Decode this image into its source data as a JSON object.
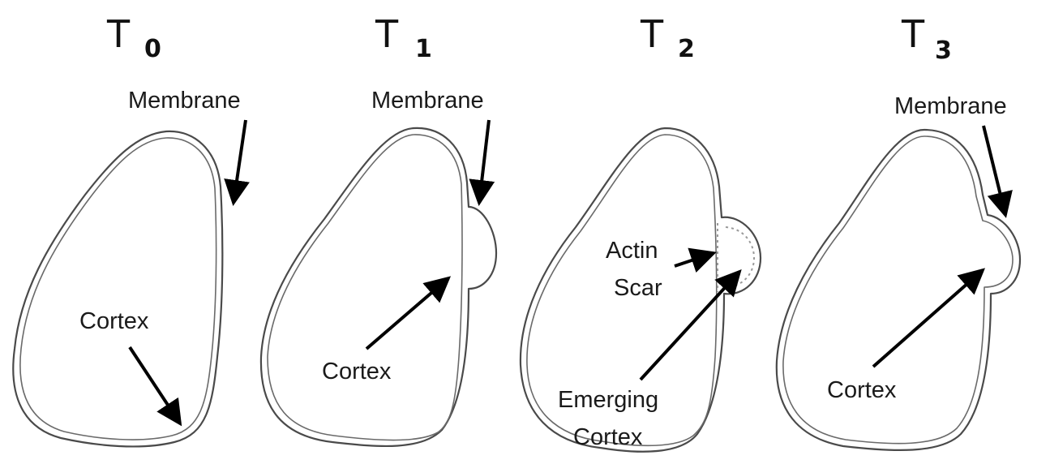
{
  "panels": [
    {
      "title": "T",
      "subscript": "0",
      "labels": {
        "membrane": "Membrane",
        "cortex": "Cortex"
      }
    },
    {
      "title": "T",
      "subscript": "1",
      "labels": {
        "membrane": "Membrane",
        "cortex": "Cortex"
      }
    },
    {
      "title": "T",
      "subscript": "2",
      "labels": {
        "actin_line1": "Actin",
        "actin_line2": "Scar",
        "emerging_line1": "Emerging",
        "emerging_line2": "Cortex"
      }
    },
    {
      "title": "T",
      "subscript": "3",
      "labels": {
        "membrane": "Membrane",
        "cortex": "Cortex"
      }
    }
  ],
  "colors": {
    "outline": "#4a4a4a",
    "arrow": "#000000",
    "text": "#1a1a1a"
  }
}
